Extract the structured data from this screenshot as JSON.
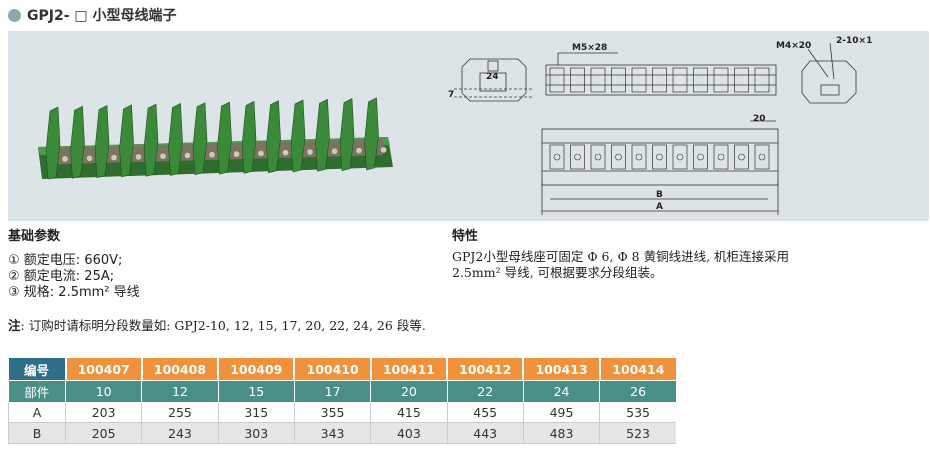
{
  "header": {
    "title": "GPJ2- □ 小型母线端子"
  },
  "drawing": {
    "label_m5": "M5×28",
    "label_m4": "M4×20",
    "label_slot": "2-10×1",
    "label_24": "24",
    "label_7": "7",
    "label_20": "20",
    "label_b": "B",
    "label_a": "A"
  },
  "params": {
    "title": "基础参数",
    "items": [
      "① 额定电压: 660V;",
      "② 额定电流: 25A;",
      "③ 规格: 2.5mm² 导线"
    ]
  },
  "features": {
    "title": "特性",
    "line1": "GPJ2小型母线座可固定  Φ 6,  Φ 8  黄铜线进线, 机柜连接采用",
    "line2": "2.5mm² 导线, 可根据要求分段组装。"
  },
  "note": {
    "label": "注",
    "text": ": 订购时请标明分段数量如: GPJ2-10, 12, 15, 17, 20, 22, 24, 26 段等."
  },
  "table": {
    "header_label": "编号",
    "parts_label": "部件",
    "codes": [
      "100407",
      "100408",
      "100409",
      "100410",
      "100411",
      "100412",
      "100413",
      "100414"
    ],
    "parts": [
      "10",
      "12",
      "15",
      "17",
      "20",
      "22",
      "24",
      "26"
    ],
    "row_a_label": "A",
    "row_a": [
      "203",
      "255",
      "315",
      "355",
      "415",
      "455",
      "495",
      "535"
    ],
    "row_b_label": "B",
    "row_b": [
      "205",
      "243",
      "303",
      "343",
      "403",
      "443",
      "483",
      "523"
    ]
  },
  "colors": {
    "panel": "#dde4e7",
    "header_label_bg": "#2f6f8a",
    "header_bg": "#f0913b",
    "parts_bg": "#4a8f86",
    "terminal_green": "#3a8a3a"
  }
}
